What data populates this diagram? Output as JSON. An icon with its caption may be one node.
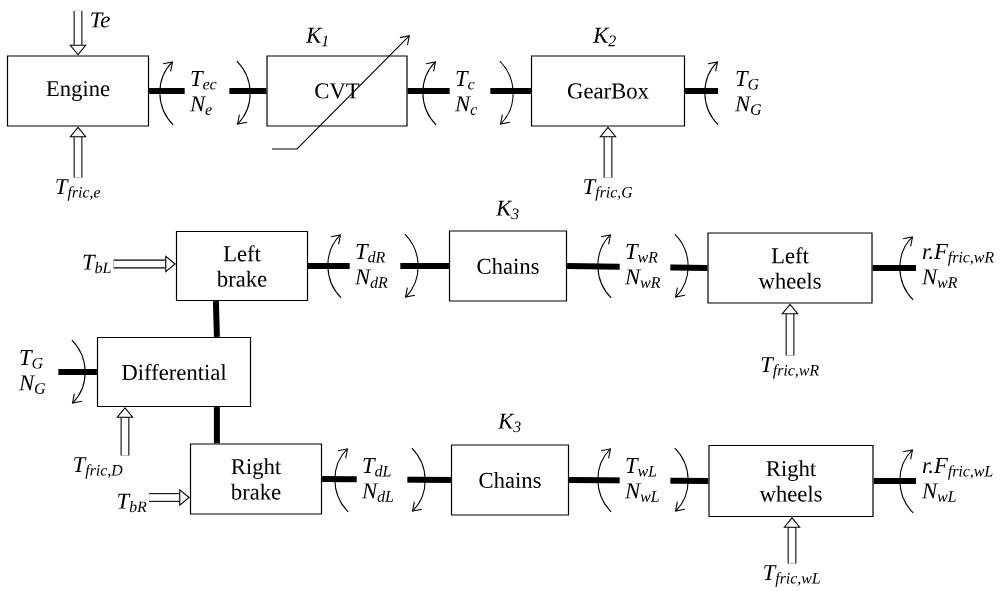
{
  "diagram": {
    "nodes": [
      {
        "text": [
          "Engine"
        ]
      },
      {
        "text": [
          "CVT"
        ],
        "beside": [
          "K$_{1}$"
        ]
      },
      {
        "text": [
          "GearBox"
        ],
        "beside": [
          "K$_{2}$"
        ]
      },
      {
        "text": [
          "Te"
        ]
      },
      {
        "text": [
          "T$_{fric,e}$"
        ]
      },
      {
        "text": [
          "T$_{fric,G}$"
        ]
      },
      {
        "text": [
          "T$_{bL}$"
        ]
      },
      {
        "text": [
          "Left brake"
        ]
      },
      {
        "text": [
          "Chains"
        ],
        "beside": [
          "K$_{3}$"
        ]
      },
      {
        "text": [
          "Left wheels"
        ]
      },
      {
        "text": [
          "Differential"
        ]
      },
      {
        "text": [
          "T$_{fric,wR}$"
        ]
      },
      {
        "text": [
          "T$_{fric,D}$"
        ]
      },
      {
        "text": [
          "T$_{bR}$"
        ]
      },
      {
        "text": [
          "Right brake"
        ]
      },
      {
        "text": [
          "Chains"
        ],
        "beside": [
          "K$_{3}$"
        ]
      },
      {
        "text": [
          "Right wheels"
        ]
      },
      {
        "text": [
          "T$_{fric,wL}$"
        ]
      }
    ],
    "edges": [
      {
        "from": 0,
        "to": 1,
        "arrow": "none",
        "label": "T$_{ec}$ N$_{e}$"
      },
      {
        "from": 1,
        "to": 2,
        "arrow": "none",
        "label": "T$_{c}$ N$_{c}$"
      },
      {
        "from": 2,
        "to": null,
        "arrow": "none",
        "label": "T$_{G}$ N$_{G}$"
      },
      {
        "from": 3,
        "to": 0,
        "arrow": "to"
      },
      {
        "from": 4,
        "to": 0,
        "arrow": "to"
      },
      {
        "from": 5,
        "to": 2,
        "arrow": "to"
      },
      {
        "from": 6,
        "to": 7,
        "arrow": "to"
      },
      {
        "from": 10,
        "to": 7,
        "arrow": "none"
      },
      {
        "from": 7,
        "to": 8,
        "arrow": "none",
        "label": "T$_{dR}$ N$_{dR}$"
      },
      {
        "from": 8,
        "to": 9,
        "arrow": "none",
        "label": "T$_{wR}$ N$_{wR}$"
      },
      {
        "from": 9,
        "to": null,
        "arrow": "none",
        "label": "r.F$_{fric,wR}$ N$_{wR}$"
      },
      {
        "from": null,
        "to": 10,
        "arrow": "none",
        "label": "T$_{G}$ N$_{G}$"
      },
      {
        "from": 12,
        "to": 10,
        "arrow": "to"
      },
      {
        "from": 11,
        "to": 9,
        "arrow": "to"
      },
      {
        "from": 10,
        "to": 14,
        "arrow": "none"
      },
      {
        "from": 13,
        "to": 14,
        "arrow": "to"
      },
      {
        "from": 14,
        "to": 15,
        "arrow": "none",
        "label": "T$_{dL}$ N$_{dL}$"
      },
      {
        "from": 15,
        "to": 16,
        "arrow": "none",
        "label": "T$_{wL}$ N$_{wL}$"
      },
      {
        "from": 16,
        "to": null,
        "arrow": "none",
        "label": "r.F$_{fric,wL}$ N$_{wL}$"
      },
      {
        "from": 17,
        "to": 16,
        "arrow": "to"
      }
    ]
  }
}
